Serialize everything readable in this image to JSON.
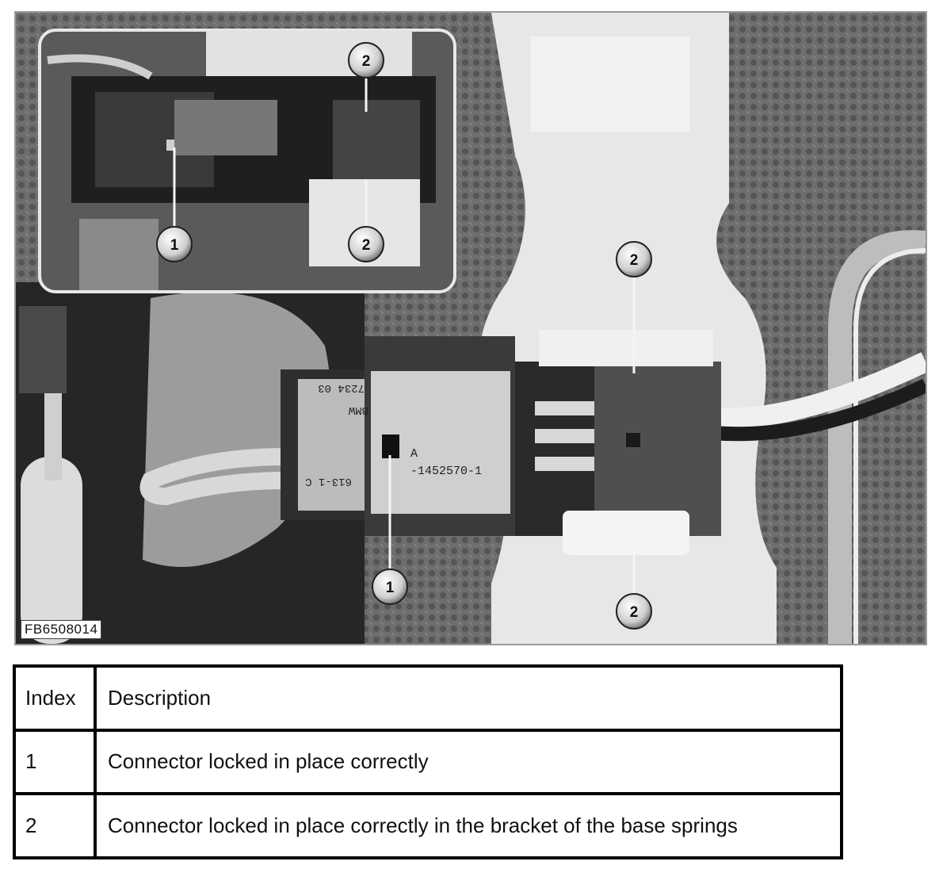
{
  "figure": {
    "id_label": "FB6508014",
    "callouts": {
      "inset_1": "1",
      "inset_2_top": "2",
      "inset_2_bottom": "2",
      "main_1": "1",
      "main_2_top": "2",
      "main_2_bottom": "2"
    },
    "connector_text": {
      "part_number": "-1452570-1",
      "code_a": "A",
      "print_top": "7234 03",
      "print_brand": "BMW",
      "print_c": "613-1 C"
    }
  },
  "legend": {
    "headers": {
      "index": "Index",
      "description": "Description"
    },
    "rows": [
      {
        "index": "1",
        "description": "Connector locked in place correctly"
      },
      {
        "index": "2",
        "description": "Connector locked in place correctly in the bracket of the base springs"
      }
    ]
  }
}
